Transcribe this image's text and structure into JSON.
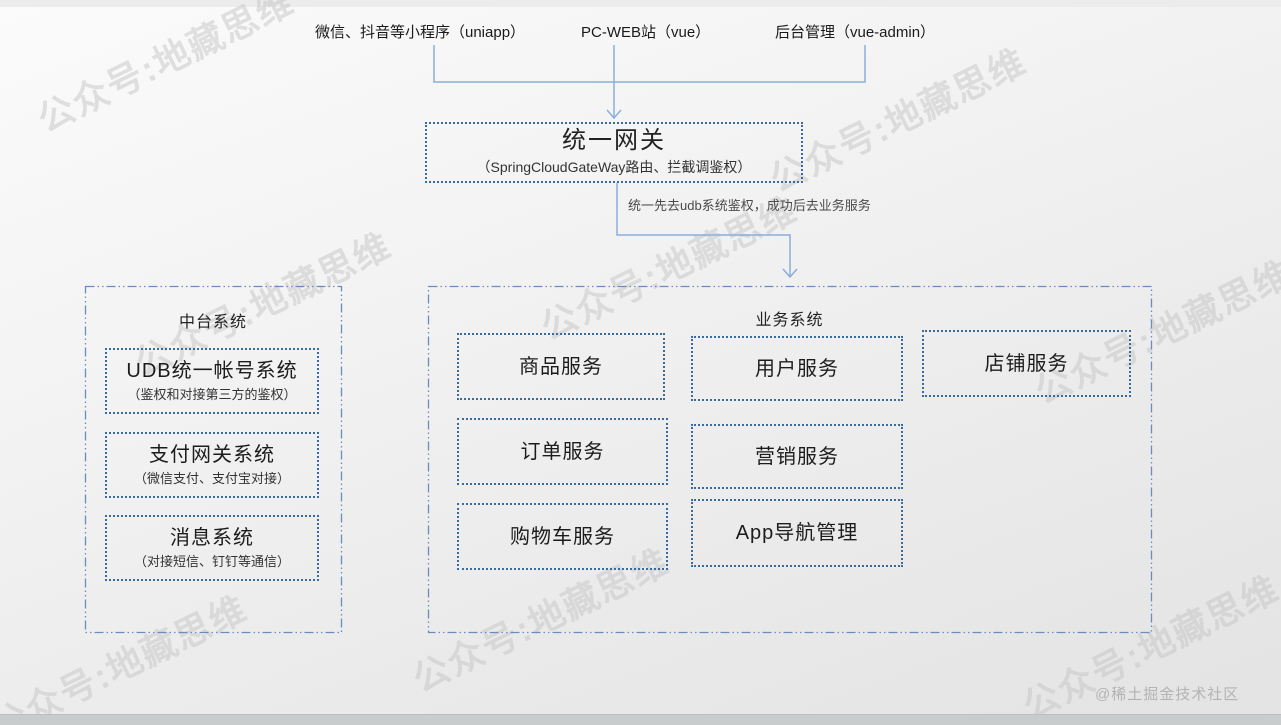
{
  "page": {
    "watermark_text": "公众号:地藏思维",
    "credit": "@稀土掘金技术社区"
  },
  "clients": {
    "items": [
      {
        "label": "微信、抖音等小程序（uniapp）"
      },
      {
        "label": "PC-WEB站（vue）"
      },
      {
        "label": "后台管理（vue-admin）"
      }
    ]
  },
  "gateway": {
    "title": "统一网关",
    "subtitle": "（SpringCloudGateWay路由、拦截调鉴权）"
  },
  "flow_note": "统一先去udb系统鉴权，成功后去业务服务",
  "midplatform": {
    "title": "中台系统",
    "systems": [
      {
        "title": "UDB统一帐号系统",
        "subtitle": "（鉴权和对接第三方的鉴权）"
      },
      {
        "title": "支付网关系统",
        "subtitle": "（微信支付、支付宝对接）"
      },
      {
        "title": "消息系统",
        "subtitle": "（对接短信、钉钉等通信）"
      }
    ]
  },
  "business": {
    "title": "业务系统",
    "services": [
      {
        "label": "商品服务"
      },
      {
        "label": "用户服务"
      },
      {
        "label": "店铺服务"
      },
      {
        "label": "订单服务"
      },
      {
        "label": "营销服务"
      },
      {
        "label": "购物车服务"
      },
      {
        "label": "App导航管理"
      }
    ]
  },
  "colors": {
    "inner_box_border": "#3a6b9e",
    "outer_panel_border": "#6b8cbf",
    "connector_line": "#8aaedb"
  }
}
